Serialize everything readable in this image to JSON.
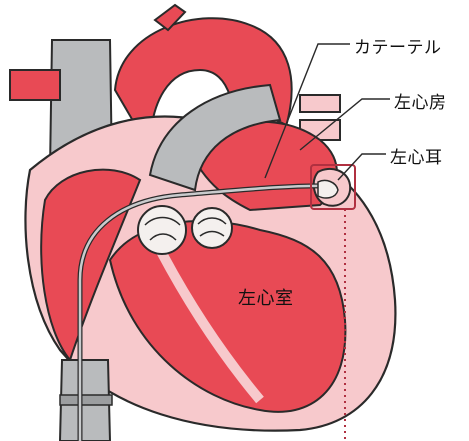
{
  "labels": {
    "catheter": "カテーテル",
    "left_atrium": "左心房",
    "left_atrial_appendage": "左心耳",
    "left_ventricle": "左心室"
  },
  "colors": {
    "myocardium": "#E84A55",
    "outline": "#2a2a2a",
    "wall_pink": "#F7C9CC",
    "vessel_gray": "#B9BBBD",
    "vessel_gray_dark": "#9C9EA0",
    "valve_white": "#F4F0EE",
    "highlight_box": "#B03040",
    "dotted_line": "#B03040"
  },
  "icons": {
    "anatomy": "heart-cross-section-illustration"
  }
}
